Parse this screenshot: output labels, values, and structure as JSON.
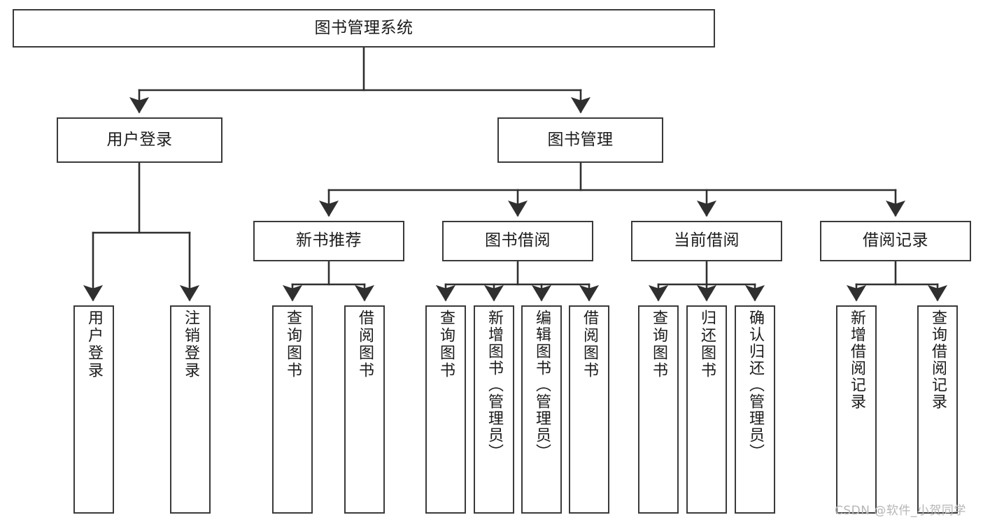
{
  "diagram": {
    "type": "tree",
    "title": "图书管理系统",
    "orientation": "top-down",
    "style": {
      "box_stroke": "#3a3a3a",
      "box_fill": "#ffffff",
      "text_color": "#1b1b1b",
      "background": "#ffffff",
      "connector_color": "#3a3a3a"
    },
    "nodes": {
      "root": {
        "label": "图书管理系统"
      },
      "level2": [
        {
          "id": "user-login",
          "label": "用户登录"
        },
        {
          "id": "book-management",
          "label": "图书管理"
        }
      ],
      "level3": [
        {
          "id": "new-book-recommend",
          "label": "新书推荐"
        },
        {
          "id": "book-borrow",
          "label": "图书借阅"
        },
        {
          "id": "current-borrow",
          "label": "当前借阅"
        },
        {
          "id": "borrow-record",
          "label": "借阅记录"
        }
      ],
      "leaves": [
        {
          "id": "leaf-user-login",
          "label": "用户登录",
          "parent": "user-login"
        },
        {
          "id": "leaf-logout-login",
          "label": "注销登录",
          "parent": "user-login"
        },
        {
          "id": "leaf-query-book-1",
          "label": "查询图书",
          "parent": "new-book-recommend"
        },
        {
          "id": "leaf-borrow-book-1",
          "label": "借阅图书",
          "parent": "new-book-recommend"
        },
        {
          "id": "leaf-query-book-2",
          "label": "查询图书",
          "parent": "book-borrow"
        },
        {
          "id": "leaf-add-book",
          "label": "新增图书（管理员）",
          "parent": "book-borrow"
        },
        {
          "id": "leaf-edit-book",
          "label": "编辑图书（管理员）",
          "parent": "book-borrow"
        },
        {
          "id": "leaf-borrow-book-2",
          "label": "借阅图书",
          "parent": "book-borrow"
        },
        {
          "id": "leaf-query-book-3",
          "label": "查询图书",
          "parent": "current-borrow"
        },
        {
          "id": "leaf-return-book",
          "label": "归还图书",
          "parent": "current-borrow"
        },
        {
          "id": "leaf-confirm-return",
          "label": "确认归还（管理员）",
          "parent": "current-borrow"
        },
        {
          "id": "leaf-add-record",
          "label": "新增借阅记录",
          "parent": "borrow-record"
        },
        {
          "id": "leaf-query-record",
          "label": "查询借阅记录",
          "parent": "borrow-record"
        }
      ]
    }
  },
  "watermark": {
    "text": "CSDN @软件_小贺同学"
  }
}
